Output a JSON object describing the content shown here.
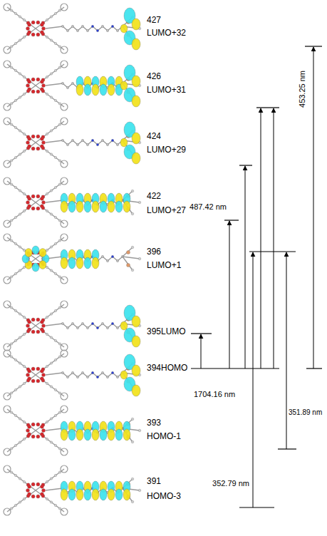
{
  "diagram": {
    "labels": [
      "427",
      "LUMO+32",
      "426",
      "LUMO+31",
      "424",
      "LUMO+29",
      "422",
      "LUMO+27",
      "396",
      "LUMO+1",
      "395LUMO",
      "394HOMO",
      "393",
      "HOMO-1",
      "391",
      "HOMO-3",
      "453.25 nm",
      "487.42 nm",
      "1704.16 nm",
      "352.79 nm",
      "351.89 nm"
    ]
  }
}
